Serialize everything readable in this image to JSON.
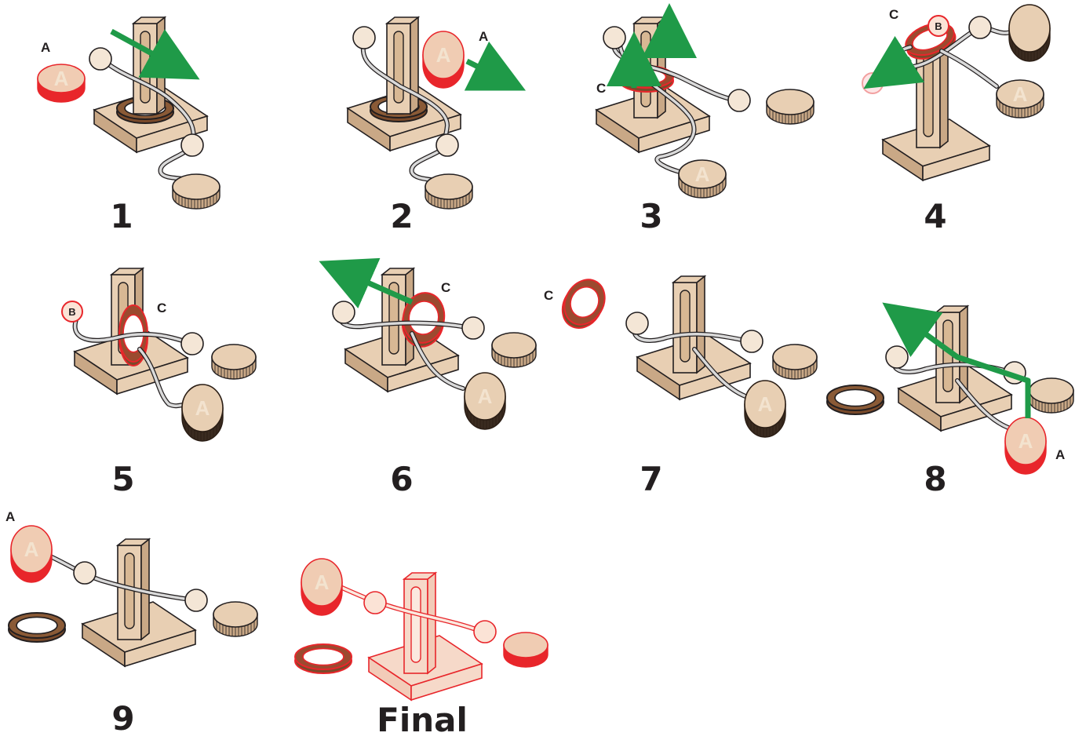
{
  "steps": [
    {
      "number": "1",
      "callouts": [
        "A"
      ]
    },
    {
      "number": "2",
      "callouts": [
        "A"
      ]
    },
    {
      "number": "3",
      "callouts": [
        "C"
      ]
    },
    {
      "number": "4",
      "callouts": [
        "C",
        "B"
      ]
    },
    {
      "number": "5",
      "callouts": [
        "B",
        "C"
      ]
    },
    {
      "number": "6",
      "callouts": [
        "C"
      ]
    },
    {
      "number": "7",
      "callouts": [
        "C"
      ]
    },
    {
      "number": "8",
      "callouts": [
        "A"
      ]
    },
    {
      "number": "9",
      "callouts": [
        "A"
      ]
    },
    {
      "number": "Final",
      "callouts": []
    }
  ],
  "coin_letter": "A",
  "colors": {
    "wood": "#e8cfb3",
    "wood_dark": "#c9a886",
    "ring": "#7a4a2a",
    "highlight": "#e8262b",
    "arrow": "#1f9a48",
    "wire": "#8a8a8a",
    "ink": "#231f20"
  }
}
